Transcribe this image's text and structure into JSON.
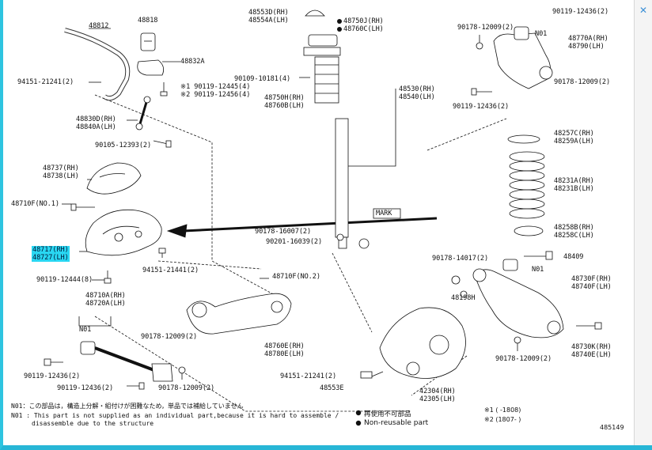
{
  "diagram_id": "485149",
  "labels": {
    "p48812": "48812",
    "p48818": "48818",
    "p48832a": "48832A",
    "p94151_top": "94151-21241(2)",
    "p90119_12445": "※1 90119-12445(4)",
    "p90119_12456": "※2 90119-12456(4)",
    "p48830d": "48830D(RH)",
    "p48840a": "48840A(LH)",
    "p90105": "90105-12393(2)",
    "p48737": "48737(RH)",
    "p48738": "48738(LH)",
    "p48710f_a": "48710F(NO.1)",
    "p48717": "48717(RH)",
    "p48727": "48727(LH)",
    "p90119_12444": "90119-12444(8)",
    "p48710a": "48710A(RH)",
    "p48720a": "48720A(LH)",
    "n01_left": "N01",
    "p90119_12436_l1": "90119-12436(2)",
    "p90119_12436_l2": "90119-12436(2)",
    "p90178_12009_a": "90178-12009(2)",
    "p90178_12009_b": "90178-12009(2)",
    "p48553d": "48553D(RH)",
    "p48554a": "48554A(LH)",
    "p48750j": "48750J(RH)",
    "p48760c": "48760C(LH)",
    "p90109": "90109-10181(4)",
    "p48750h": "48750H(RH)",
    "p48760b": "48760B(LH)",
    "p48530": "48530(RH)",
    "p48540": "48540(LH)",
    "mark": "MARK",
    "p90178_16007": "90178-16007(2)",
    "p90201": "90201-16039(2)",
    "p94151_mid": "94151-21441(2)",
    "p48710f_b": "48710F(NO.2)",
    "p48760e": "48760E(RH)",
    "p48780e": "48780E(LH)",
    "p94151_low": "94151-21241(2)",
    "p48553e": "48553E",
    "p42304": "42304(RH)",
    "p42305": "42305(LH)",
    "p90119_12436_r0": "90119-12436(2)",
    "p90178_12009_r1": "90178-12009(2)",
    "n01_right_top": "N01",
    "p48770a": "48770A(RH)",
    "p48790": "48790(LH)",
    "p90178_12009_r2": "90178-12009(2)",
    "p90119_12436_r2": "90119-12436(2)",
    "p48257c": "48257C(RH)",
    "p48259a": "48259A(LH)",
    "p48231a": "48231A(RH)",
    "p48231b": "48231B(LH)",
    "p48258b": "48258B(RH)",
    "p48258c": "48258C(LH)",
    "p90178_14017": "90178-14017(2)",
    "p48409": "48409",
    "n01_right_low": "N01",
    "p48198h": "48198H",
    "p48730f": "48730F(RH)",
    "p48740f": "48740F(LH)",
    "p48730k": "48730K(RH)",
    "p48740e": "48740E(LH)",
    "p90178_12009_r3": "90178-12009(2)"
  },
  "notes": {
    "n01_jp": "N01：この部品は，構造上分解・組付けが困難なため，単品では補給していません",
    "n01_en_1": "N01 : This part is not supplied as an individual part,because it is hard to assemble /",
    "n01_en_2": "disassemble due to the structure"
  },
  "legend": {
    "reuse_jp": "再使用不可部品",
    "reuse_en": "Non-reusable part",
    "note1": "※1 (      -1808)",
    "note2": "※2 (1807-      )"
  },
  "colors": {
    "highlight": "#29d7f2",
    "frame": "#2ec4e0",
    "line": "#111111"
  },
  "icons": {
    "close": "close-icon",
    "non_reusable": "filled-circle-icon"
  }
}
